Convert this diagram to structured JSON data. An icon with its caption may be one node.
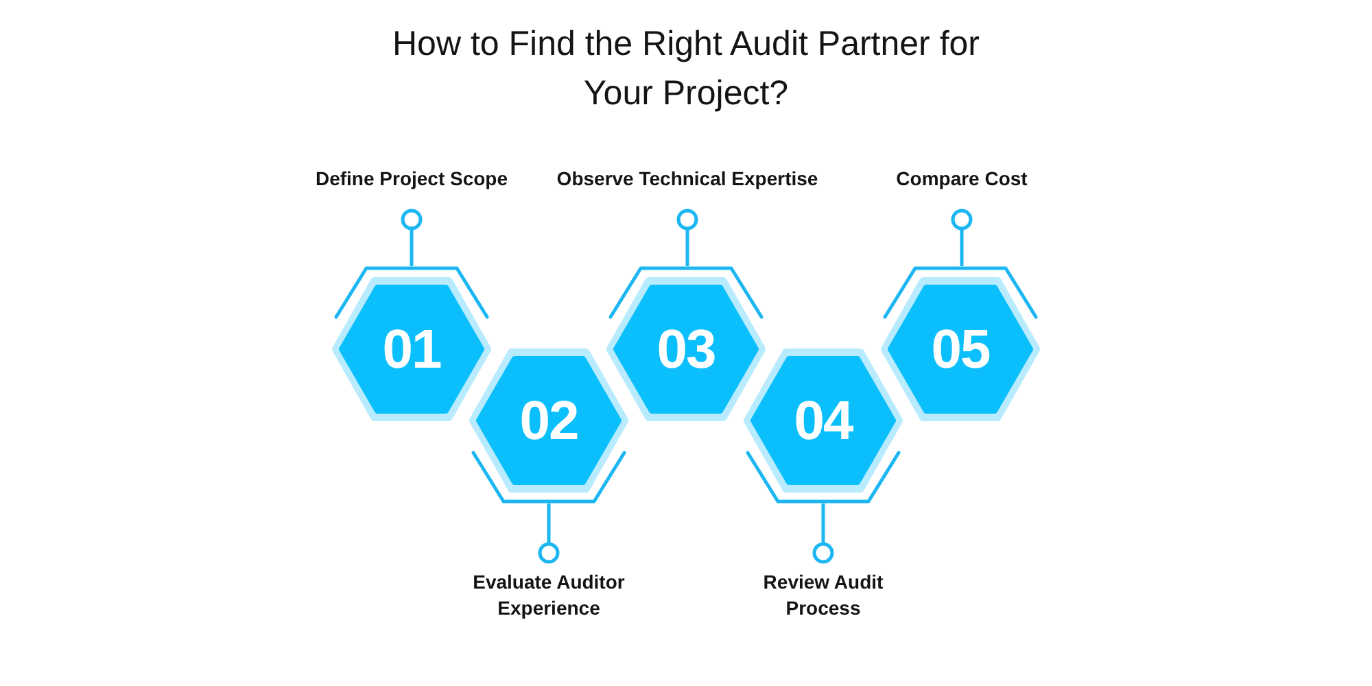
{
  "diagram": {
    "title": "How to Find the Right Audit Partner for Your Project?",
    "nodes": [
      {
        "text": [
          "Define Project Scope"
        ]
      },
      {
        "text": [
          "Observe Technical Expertise"
        ]
      },
      {
        "text": [
          "Compare Cost"
        ]
      },
      {
        "text": [
          "01"
        ]
      },
      {
        "text": [
          "02"
        ]
      },
      {
        "text": [
          "03"
        ]
      },
      {
        "text": [
          "04"
        ]
      },
      {
        "text": [
          "05"
        ]
      },
      {
        "text": [
          "Evaluate Auditor Experience"
        ]
      },
      {
        "text": [
          "Review Audit Process"
        ]
      }
    ],
    "edges": [
      {
        "from": 0,
        "to": 3,
        "arrow": "other"
      },
      {
        "from": 8,
        "to": 4,
        "arrow": "other"
      },
      {
        "from": 1,
        "to": 5,
        "arrow": "other"
      },
      {
        "from": 9,
        "to": 6,
        "arrow": "other"
      },
      {
        "from": 2,
        "to": 7,
        "arrow": "other"
      }
    ]
  }
}
